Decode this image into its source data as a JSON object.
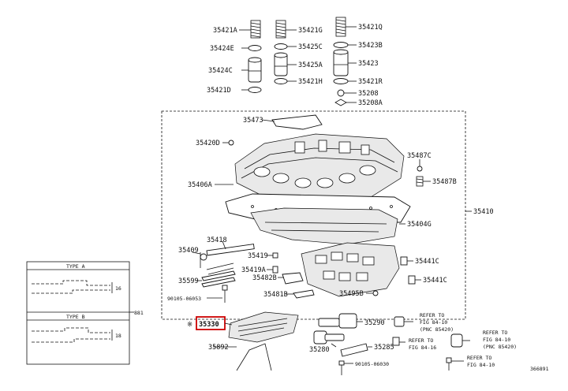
{
  "parts": {
    "p35421A": "35421A",
    "p35421G": "35421G",
    "p35421Q": "35421Q",
    "p35424E": "35424E",
    "p35425C": "35425C",
    "p35423B": "35423B",
    "p35424C": "35424C",
    "p35425A": "35425A",
    "p35423": "35423",
    "p35421D": "35421D",
    "p35421H": "35421H",
    "p35421R": "35421R",
    "p35208": "35208",
    "p35208A": "35208A",
    "p35473": "35473",
    "p35420D": "35420D",
    "p35487C": "35487C",
    "p35487B": "35487B",
    "p35406A": "35406A",
    "p35410": "35410",
    "p35404G": "35404G",
    "p35418": "35418",
    "p35409": "35409",
    "p35419": "35419",
    "p35441C_1": "35441C",
    "p35419A": "35419A",
    "p35482B": "35482B",
    "p35599": "35599",
    "p35441C_2": "35441C",
    "p35481B": "35481B",
    "p35495B": "35495B",
    "p90105_06053": "90105-06053",
    "p35330": "35330",
    "p35290": "35290",
    "p35892": "35892",
    "p35280": "35280",
    "p35285": "35285",
    "p90105_06030": "90105-06030"
  },
  "refs": {
    "ref1_a": "REFER TO",
    "ref1_b": "FIG 84-10",
    "ref1_c": "(PNC 85420)",
    "ref2_a": "REFER TO",
    "ref2_b": "FIG 84-10",
    "ref2_c": "(PNC 85420)",
    "ref3_a": "REFER TO",
    "ref3_b": "FIG 84-16",
    "ref4_a": "REFER TO",
    "ref4_b": "FIG 84-10"
  },
  "inset": {
    "type_a": "TYPE A",
    "type_b": "TYPE B",
    "dim_a": "16",
    "dim_b": "18",
    "side_label": "881"
  },
  "highlight": {
    "prefix": "※",
    "color": "#cc0000"
  },
  "figure_code": "366891"
}
